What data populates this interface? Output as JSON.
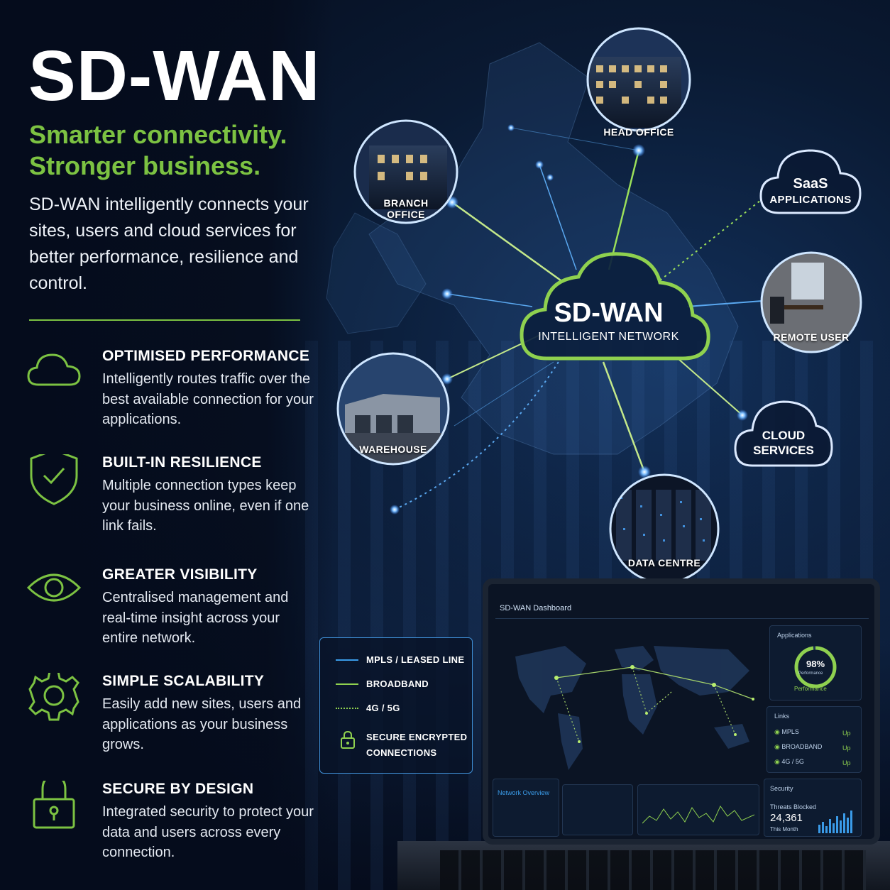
{
  "header": {
    "title": "SD-WAN",
    "tagline": [
      "Smarter connectivity.",
      "Stronger business."
    ],
    "description": "SD-WAN intelligently connects your sites, users and cloud services for better performance, resilience and control."
  },
  "features": [
    {
      "icon": "cloud-icon",
      "title": "OPTIMISED PERFORMANCE",
      "text": "Intelligently routes traffic over the best available connection for your applications."
    },
    {
      "icon": "shield-check-icon",
      "title": "BUILT-IN RESILIENCE",
      "text": "Multiple connection types keep your business online, even if one link fails."
    },
    {
      "icon": "eye-icon",
      "title": "GREATER VISIBILITY",
      "text": "Centralised management and real-time insight across your entire network."
    },
    {
      "icon": "gear-icon",
      "title": "SIMPLE SCALABILITY",
      "text": "Easily add new sites, users and applications as your business grows."
    },
    {
      "icon": "lock-icon",
      "title": "SECURE BY DESIGN",
      "text": "Integrated security to protect your data and users across every connection."
    }
  ],
  "network": {
    "hub": {
      "title": "SD-WAN",
      "subtitle": "INTELLIGENT NETWORK"
    },
    "nodes": {
      "head_office": "HEAD OFFICE",
      "branch_office": [
        "BRANCH",
        "OFFICE"
      ],
      "saas": {
        "title": "SaaS",
        "subtitle": "APPLICATIONS"
      },
      "remote_user": "REMOTE USER",
      "warehouse": "WAREHOUSE",
      "cloud_services": [
        "CLOUD",
        "SERVICES"
      ],
      "data_centre": "DATA CENTRE"
    }
  },
  "legend": {
    "items": [
      {
        "label": "MPLS / LEASED LINE",
        "color": "#3a9be8",
        "style": "solid"
      },
      {
        "label": "BROADBAND",
        "color": "#8fd14f",
        "style": "solid"
      },
      {
        "label": "4G / 5G",
        "color": "#8fd14f",
        "style": "dotted"
      }
    ],
    "secure": [
      "SECURE ENCRYPTED",
      "CONNECTIONS"
    ],
    "secure_icon": "lock-icon"
  },
  "dashboard": {
    "title": "SD-WAN Dashboard",
    "applications": {
      "label": "Applications",
      "value": "98%",
      "sub": "Performance",
      "caption": "Performance",
      "fraction": 0.98
    },
    "links": {
      "label": "Links",
      "rows": [
        {
          "name": "MPLS",
          "status": "Up"
        },
        {
          "name": "BROADBAND",
          "status": "Up"
        },
        {
          "name": "4G / 5G",
          "status": "Up"
        }
      ]
    },
    "security": {
      "label": "Security",
      "metric": "Threats Blocked",
      "value": "24,361",
      "period": "This Month"
    },
    "network_overview": "Network Overview"
  },
  "colors": {
    "accent_green": "#7cc242",
    "link_blue": "#3a9be8",
    "background": "#071328"
  }
}
